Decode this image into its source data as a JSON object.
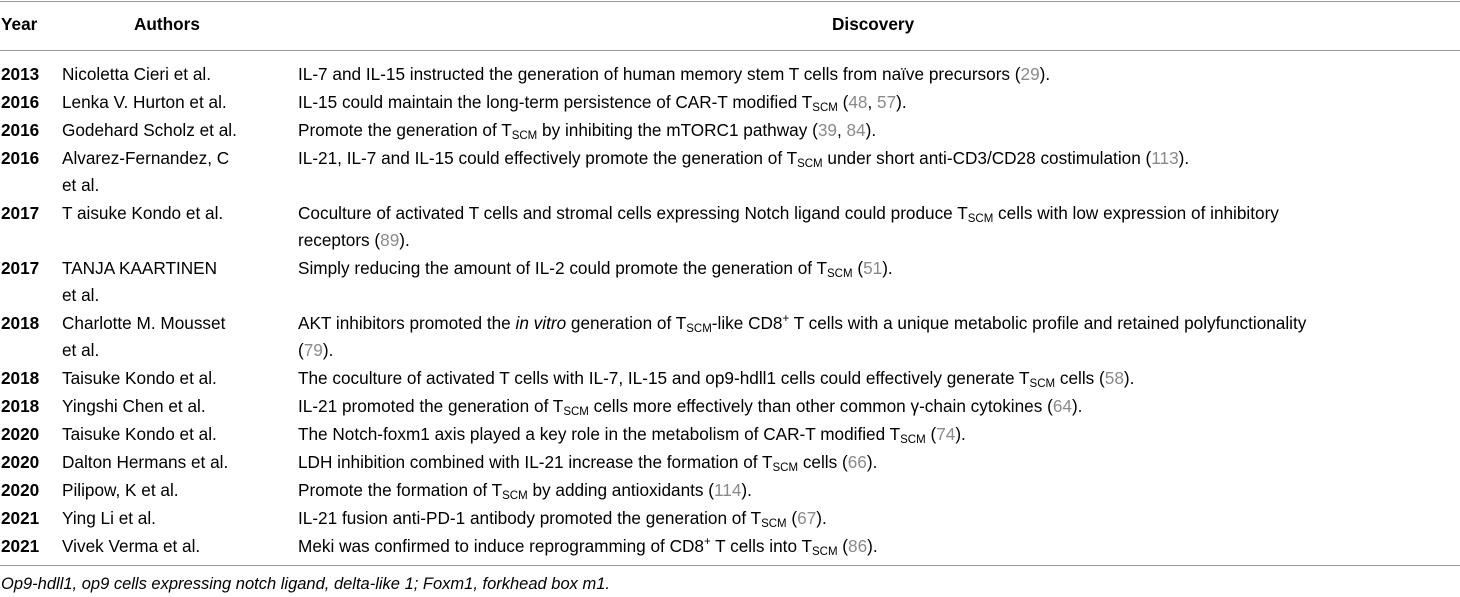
{
  "table": {
    "headers": {
      "year": "Year",
      "authors": "Authors",
      "discovery": "Discovery"
    },
    "tscm_sub": "SCM",
    "rows": [
      {
        "year": "2013",
        "authors": [
          "Nicoletta Cieri et al."
        ],
        "discovery_lines": [
          [
            "IL-7 and IL-15 instructed the generation of human memory stem T cells from naïve precursors (",
            {
              "ref": "29"
            },
            ")."
          ]
        ]
      },
      {
        "year": "2016",
        "authors": [
          "Lenka V. Hurton et al."
        ],
        "discovery_lines": [
          [
            "IL-15 could maintain the long-term persistence of CAR-T modified T",
            {
              "sub": "SCM"
            },
            " (",
            {
              "ref": "48"
            },
            ", ",
            {
              "ref": "57"
            },
            ")."
          ]
        ]
      },
      {
        "year": "2016",
        "authors": [
          "Godehard Scholz et al."
        ],
        "discovery_lines": [
          [
            "Promote the generation of T",
            {
              "sub": "SCM"
            },
            " by inhibiting the mTORC1 pathway (",
            {
              "ref": "39"
            },
            ", ",
            {
              "ref": "84"
            },
            ")."
          ]
        ]
      },
      {
        "year": "2016",
        "authors": [
          "Alvarez-Fernandez, C",
          "et al."
        ],
        "discovery_lines": [
          [
            "IL-21, IL-7 and IL-15 could effectively promote the generation of T",
            {
              "sub": "SCM"
            },
            " under short anti-CD3/CD28 costimulation (",
            {
              "ref": "113"
            },
            ")."
          ]
        ]
      },
      {
        "year": "2017",
        "authors": [
          "T aisuke Kondo et al."
        ],
        "discovery_lines": [
          [
            "Coculture of activated T cells and stromal cells expressing Notch ligand could produce T",
            {
              "sub": "SCM"
            },
            " cells with low expression of inhibitory"
          ],
          [
            "receptors (",
            {
              "ref": "89"
            },
            ")."
          ]
        ]
      },
      {
        "year": "2017",
        "authors": [
          "TANJA KAARTINEN",
          "et al."
        ],
        "discovery_lines": [
          [
            "Simply reducing the amount of IL-2 could promote the generation of T",
            {
              "sub": "SCM"
            },
            " (",
            {
              "ref": "51"
            },
            ")."
          ]
        ]
      },
      {
        "year": "2018",
        "authors": [
          "Charlotte M. Mousset",
          "et al."
        ],
        "discovery_lines": [
          [
            "AKT inhibitors promoted the ",
            {
              "em": "in vitro"
            },
            " generation of T",
            {
              "sub": "SCM"
            },
            "-like CD8",
            {
              "sup": "+"
            },
            " T cells with a unique metabolic profile and retained polyfunctionality"
          ],
          [
            "(",
            {
              "ref": "79"
            },
            ")."
          ]
        ]
      },
      {
        "year": "2018",
        "authors": [
          "Taisuke Kondo et al."
        ],
        "discovery_lines": [
          [
            "The coculture of activated T cells with IL-7, IL-15 and op9-hdll1 cells could effectively generate T",
            {
              "sub": "SCM"
            },
            " cells (",
            {
              "ref": "58"
            },
            ")."
          ]
        ]
      },
      {
        "year": "2018",
        "authors": [
          "Yingshi Chen et al."
        ],
        "discovery_lines": [
          [
            "IL-21 promoted the generation of T",
            {
              "sub": "SCM"
            },
            " cells more effectively than other common γ-chain cytokines (",
            {
              "ref": "64"
            },
            ")."
          ]
        ]
      },
      {
        "year": "2020",
        "authors": [
          "Taisuke Kondo et al."
        ],
        "discovery_lines": [
          [
            "The Notch-foxm1 axis played a key role in the metabolism of CAR-T modified T",
            {
              "sub": "SCM"
            },
            " (",
            {
              "ref": "74"
            },
            ")."
          ]
        ]
      },
      {
        "year": "2020",
        "authors": [
          "Dalton Hermans et al."
        ],
        "discovery_lines": [
          [
            "LDH inhibition combined with IL-21 increase the formation of T",
            {
              "sub": "SCM"
            },
            " cells (",
            {
              "ref": "66"
            },
            ")."
          ]
        ]
      },
      {
        "year": "2020",
        "authors": [
          "Pilipow, K et al."
        ],
        "discovery_lines": [
          [
            "Promote the formation of T",
            {
              "sub": "SCM"
            },
            " by adding antioxidants (",
            {
              "ref": "114"
            },
            ")."
          ]
        ]
      },
      {
        "year": "2021",
        "authors": [
          "Ying Li et al."
        ],
        "discovery_lines": [
          [
            "IL-21 fusion anti-PD-1 antibody promoted the generation of T",
            {
              "sub": "SCM"
            },
            " (",
            {
              "ref": "67"
            },
            ")."
          ]
        ]
      },
      {
        "year": "2021",
        "authors": [
          "Vivek Verma et al."
        ],
        "discovery_lines": [
          [
            "Meki was confirmed to induce reprogramming of CD8",
            {
              "sup": "+"
            },
            " T cells into T",
            {
              "sub": "SCM"
            },
            " (",
            {
              "ref": "86"
            },
            ")."
          ]
        ]
      }
    ]
  },
  "footnote": "Op9-hdll1, op9 cells expressing notch ligand, delta-like 1; Foxm1, forkhead box m1."
}
